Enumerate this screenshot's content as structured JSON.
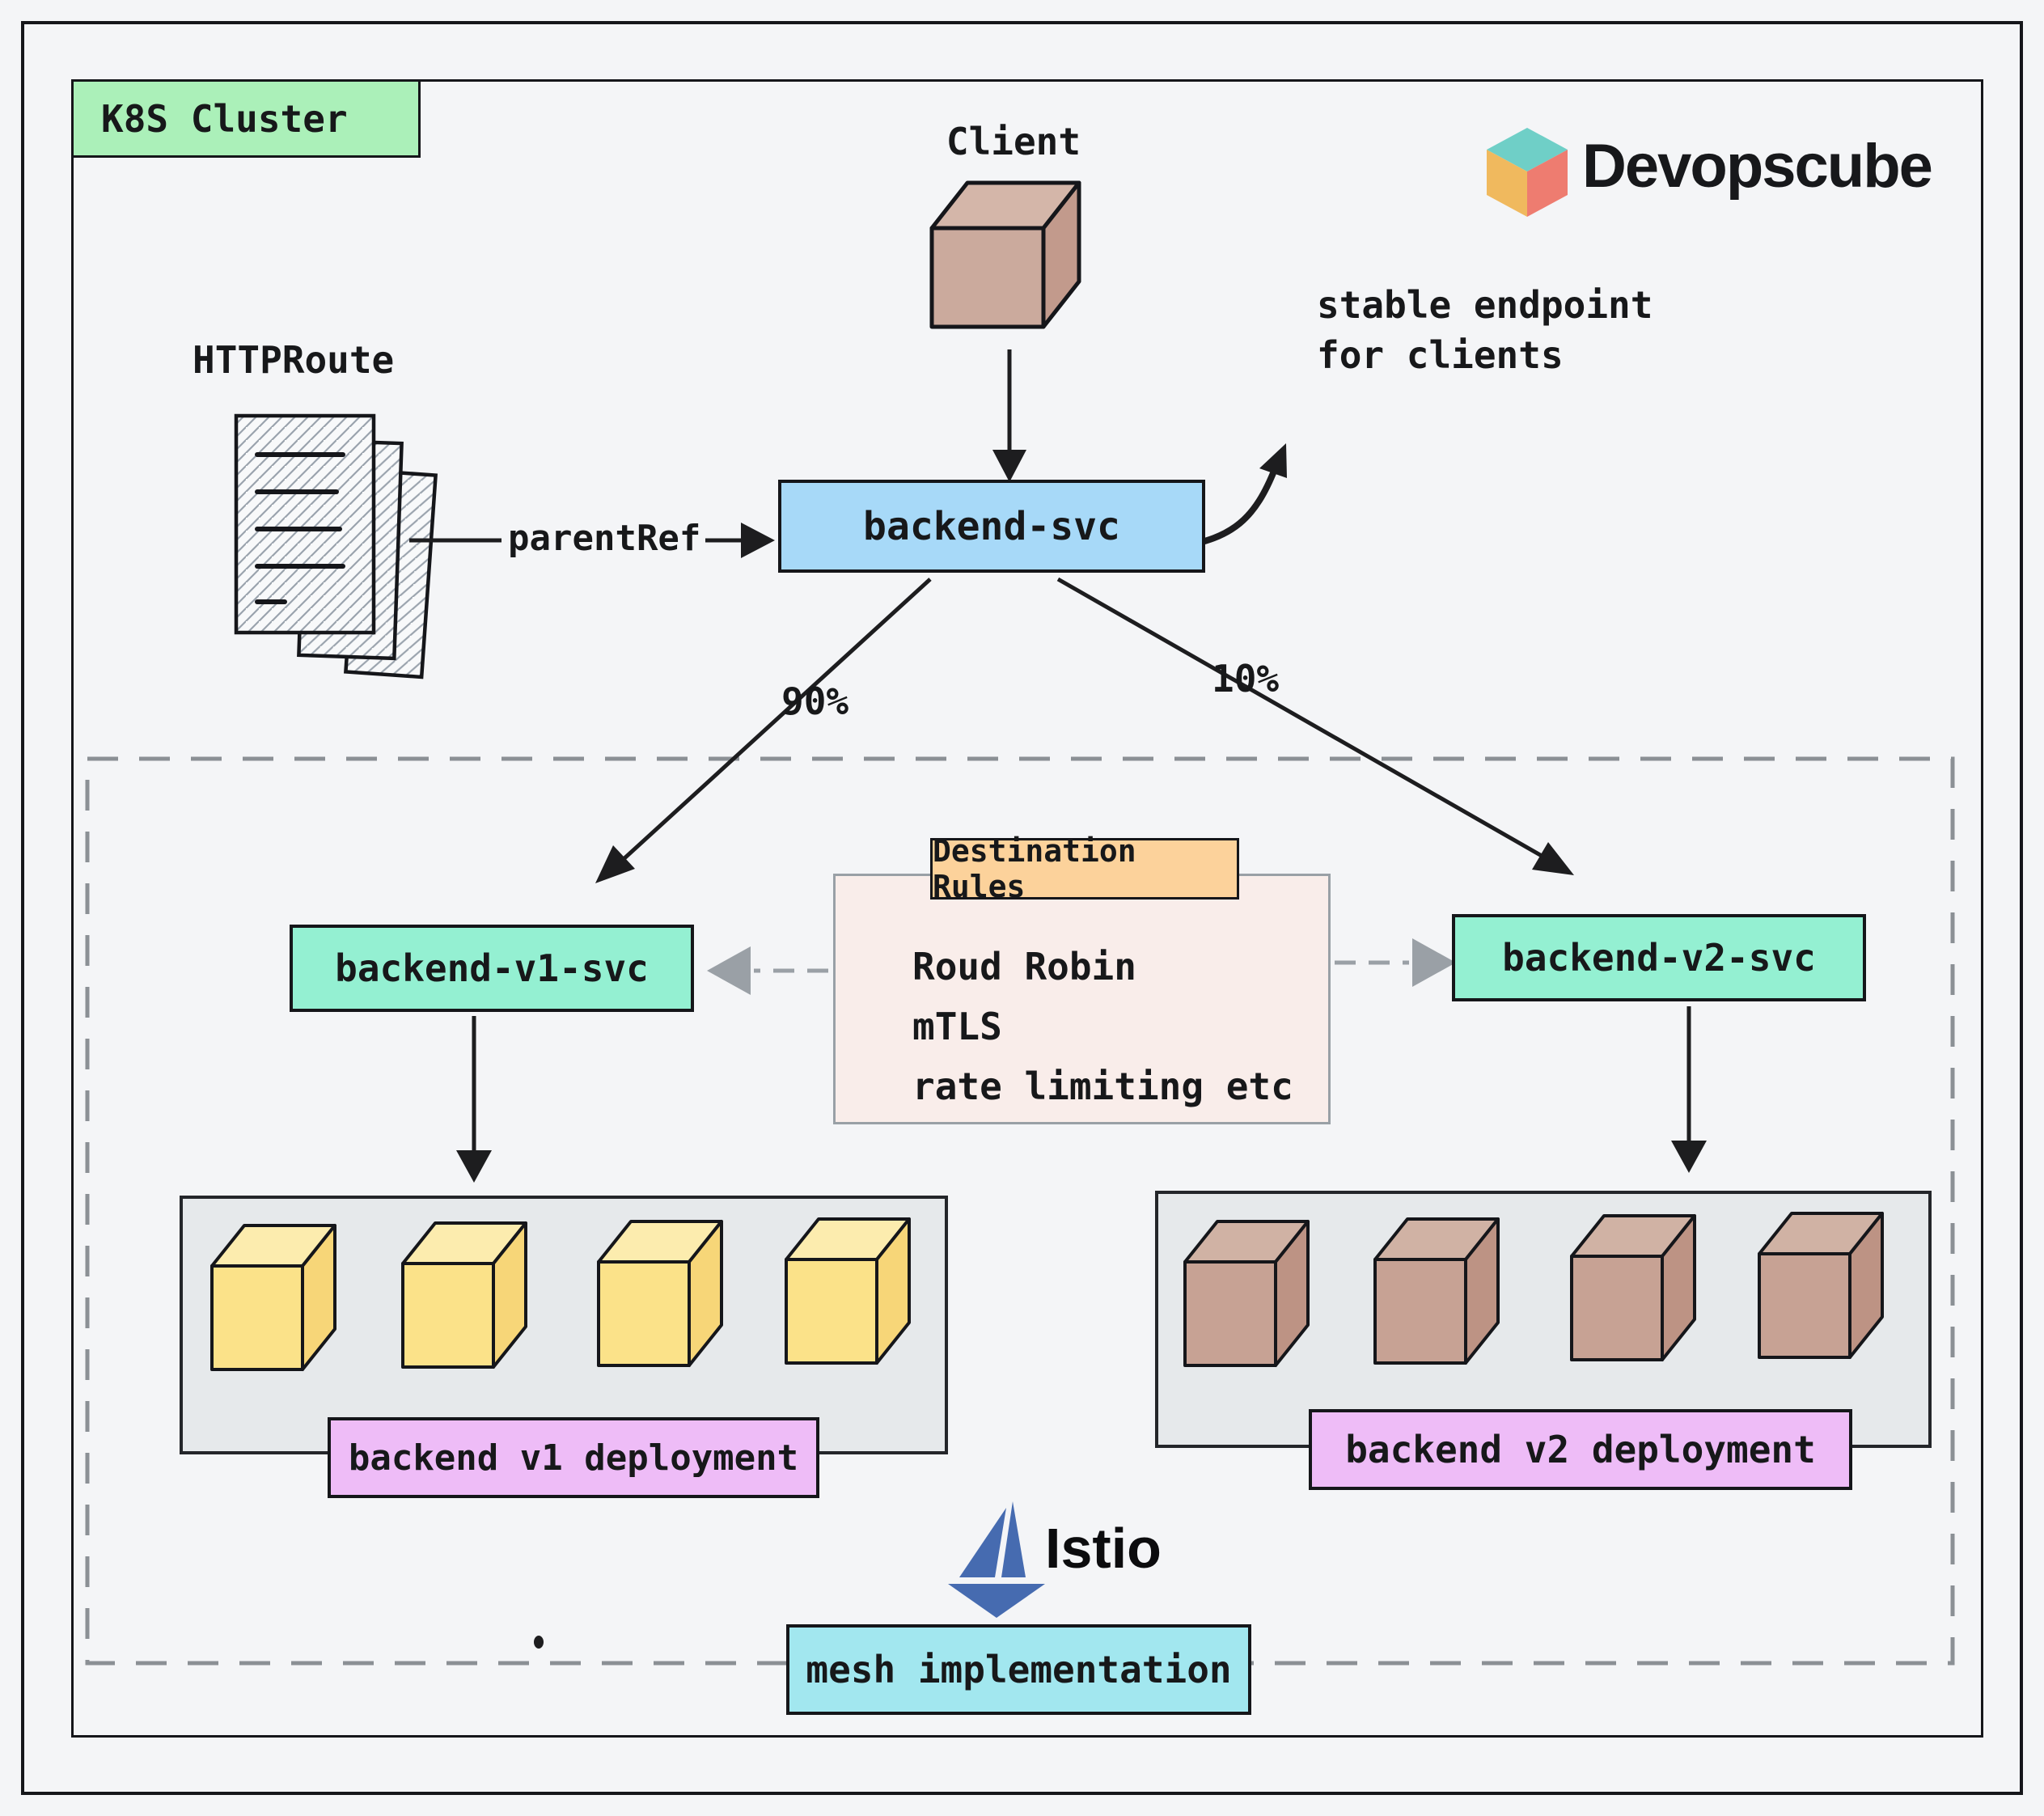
{
  "cluster": {
    "label": "K8S Cluster"
  },
  "brand": {
    "wordmark": "Devopscube"
  },
  "client": {
    "label": "Client"
  },
  "httproute": {
    "label": "HTTPRoute"
  },
  "backend_svc": {
    "label": "backend-svc"
  },
  "stable_endpoint": {
    "line1": "stable endpoint",
    "line2": "for clients"
  },
  "parent_ref": {
    "label": "parentRef"
  },
  "weights": {
    "v1": "90%",
    "v2": "10%"
  },
  "backend_v1_svc": {
    "label": "backend-v1-svc"
  },
  "backend_v2_svc": {
    "label": "backend-v2-svc"
  },
  "destination_rules": {
    "title": "Destination Rules",
    "items": [
      "Roud Robin",
      "mTLS",
      "rate limiting etc"
    ]
  },
  "deployments": {
    "v1": "backend v1 deployment",
    "v2": "backend v2 deployment"
  },
  "istio": {
    "label": "Istio"
  },
  "mesh": {
    "label": "mesh implementation"
  },
  "colors": {
    "cluster_green": "#abf0b9",
    "service_blue": "#a7d9f8",
    "service_teal": "#94f0d2",
    "rules_orange": "#fcd29b",
    "rules_pink": "#f9edea",
    "deploy_gray": "#e6e9eb",
    "pod_yellow": "#fbe289",
    "pod_brown": "#c7a294",
    "label_purple": "#eebcf7",
    "mesh_cyan": "#a2e7ef",
    "istio_blue": "#466bb0",
    "dash_gray": "#8b9095"
  }
}
